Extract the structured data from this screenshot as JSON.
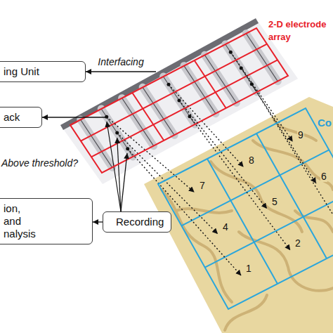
{
  "diagram": {
    "nodes": [
      {
        "text": [
          "ing Unit"
        ]
      },
      {
        "text": [
          "ack"
        ]
      },
      {
        "text": [
          "ion, and nalysis"
        ]
      },
      {
        "text": [
          "Recording"
        ]
      },
      {
        "text": [
          "2-D electrode array"
        ]
      },
      {
        "text": [
          "Co"
        ]
      }
    ],
    "edges": [
      {
        "from": 4,
        "to": 0,
        "arrow": "to",
        "label": "Interfacing"
      },
      {
        "from": 4,
        "to": 1,
        "arrow": "to"
      },
      {
        "from": 3,
        "to": 4,
        "arrow": "to"
      },
      {
        "from": 3,
        "to": 2,
        "arrow": "to"
      },
      {
        "from": 4,
        "to": 5,
        "arrow": "to"
      }
    ],
    "labels": [
      "Above threshold?",
      "9",
      "8",
      "6",
      "7",
      "5",
      "4",
      "2",
      "1"
    ]
  }
}
